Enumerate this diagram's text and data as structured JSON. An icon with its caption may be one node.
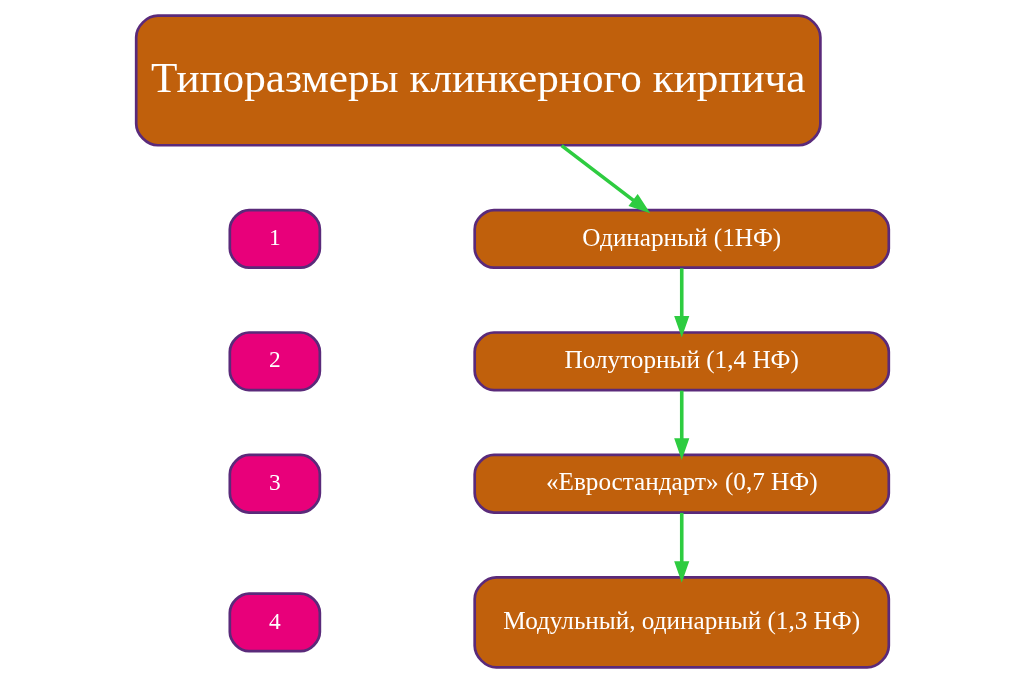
{
  "diagram": {
    "nodes": [
      {
        "text": [
          "Типоразмеры клинкерного кирпича"
        ]
      },
      {
        "text": [
          "1"
        ]
      },
      {
        "text": [
          "Одинарный (1НФ)"
        ]
      },
      {
        "text": [
          "2"
        ]
      },
      {
        "text": [
          "Полуторный (1,4 НФ)"
        ]
      },
      {
        "text": [
          "3"
        ]
      },
      {
        "text": [
          "«Евростандарт» (0,7 НФ)"
        ]
      },
      {
        "text": [
          "4"
        ]
      },
      {
        "text": [
          "Модульный, одинарный (1,3 НФ)"
        ]
      }
    ],
    "edges": [
      {
        "from": 0,
        "to": 2,
        "arrow": "to"
      },
      {
        "from": 2,
        "to": 4,
        "arrow": "to"
      },
      {
        "from": 4,
        "to": 6,
        "arrow": "to"
      },
      {
        "from": 6,
        "to": 8,
        "arrow": "to"
      }
    ]
  }
}
